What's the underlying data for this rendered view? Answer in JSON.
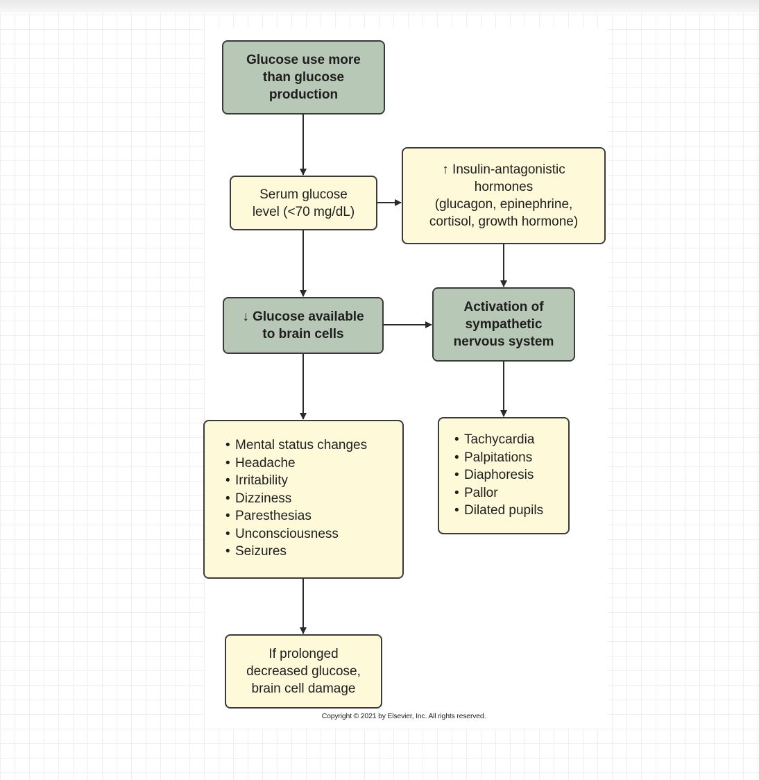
{
  "flowchart": {
    "glucose_use": "Glucose use more\nthan glucose\nproduction",
    "serum_glucose": "Serum glucose\nlevel (<70 mg/dL)",
    "insulin_antagonistic": "↑ Insulin-antagonistic\nhormones\n(glucagon, epinephrine,\ncortisol, growth hormone)",
    "glucose_brain": "↓ Glucose available\nto brain cells",
    "sympathetic": "Activation of\nsympathetic\nnervous system",
    "neuro_symptoms": [
      "Mental status changes",
      "Headache",
      "Irritability",
      "Dizziness",
      "Paresthesias",
      "Unconsciousness",
      "Seizures"
    ],
    "adrenergic_symptoms": [
      "Tachycardia",
      "Palpitations",
      "Diaphoresis",
      "Pallor",
      "Dilated pupils"
    ],
    "prolonged": "If prolonged\ndecreased glucose,\nbrain cell damage"
  },
  "copyright": "Copyright © 2021 by Elsevier, Inc. All rights reserved.",
  "colors": {
    "header_box_fill": "#b8c8b6",
    "content_box_fill": "#fdf9d9",
    "border": "#3a3a3a"
  }
}
